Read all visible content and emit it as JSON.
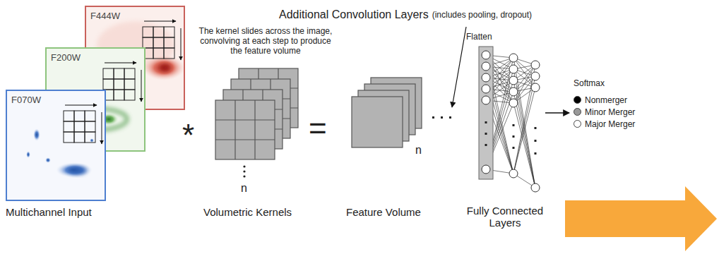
{
  "diagram": {
    "nodes": [
      {
        "text": [
          "F444W"
        ]
      },
      {
        "text": [
          "F200W"
        ]
      },
      {
        "text": [
          "F070W"
        ]
      }
    ],
    "labels": [
      "The kernel slides across the image, convolving at each step to produce the feature volume",
      "Additional Convolution Layers",
      "(includes pooling, dropout)",
      "*",
      "=",
      "n",
      "n",
      "Flatten",
      "Softmax",
      "Multichannel Input",
      "Volumetric Kernels",
      "Feature Volume",
      "Fully Connected Layers"
    ],
    "legend": [
      {
        "text": "Nonmerger",
        "color": "#000000"
      },
      {
        "text": "Minor Merger",
        "color": "#999999"
      },
      {
        "text": "Major Merger",
        "color": "#ffffff"
      }
    ]
  }
}
